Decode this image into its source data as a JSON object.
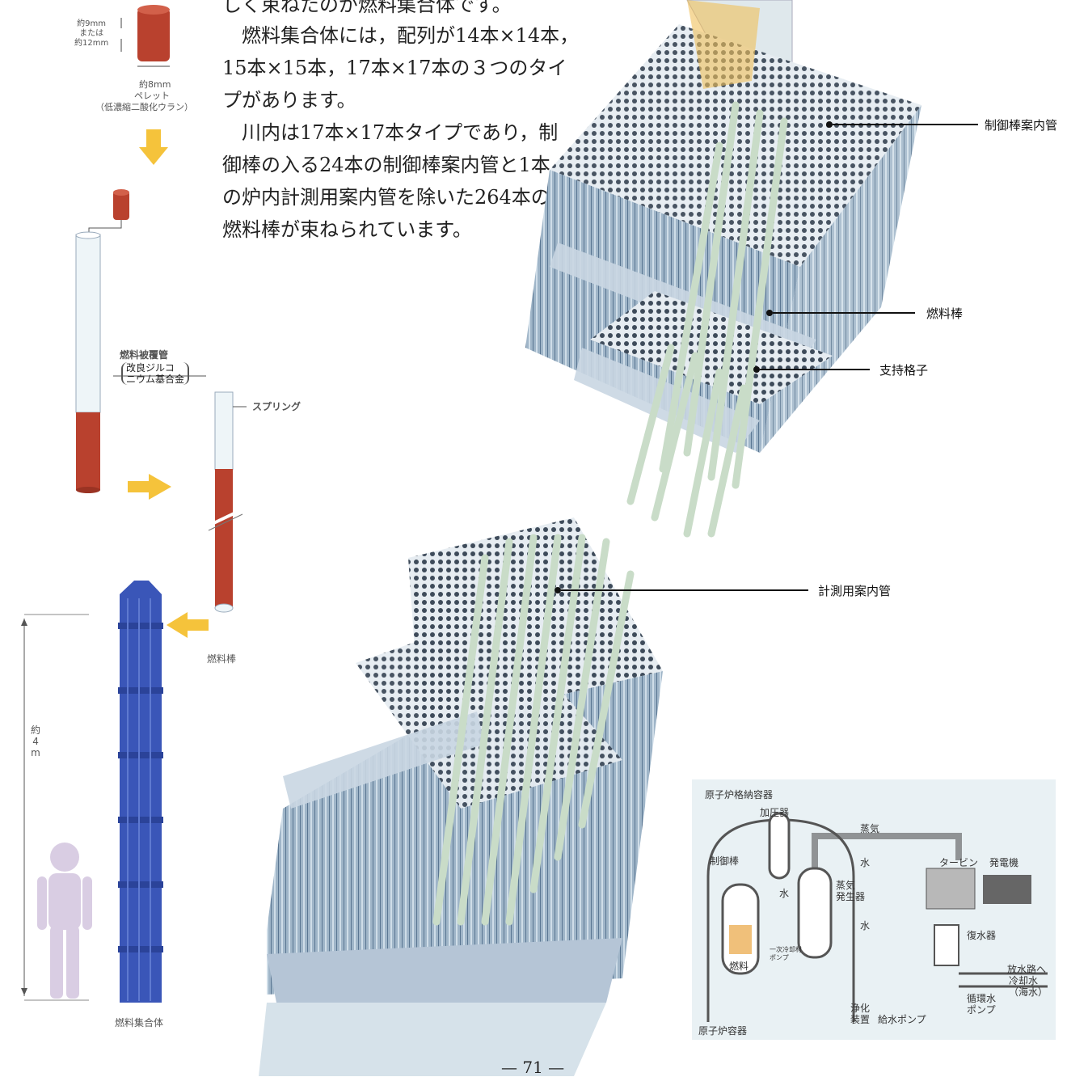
{
  "intro": {
    "line_top": "しく束ねたのが燃料集合体です。",
    "para1": [
      "燃料集合体には，配列が14本×14本，",
      "15本×15本，17本×17本の３つのタイ",
      "プがあります。"
    ],
    "para2": [
      "川内は17本×17本タイプであり，制",
      "御棒の入る24本の制御棒案内管と1本",
      "の炉内計測用案内管を除いた264本の",
      "燃料棒が束ねられています。"
    ]
  },
  "left_diagram": {
    "pellet_height": "約9mm\nまたは\n約12mm",
    "pellet_width": "約8mm",
    "pellet_label": "ペレット",
    "pellet_material": "（低濃縮二酸化ウラン）",
    "cladding_label": "燃料被覆管",
    "cladding_material": "改良ジルコ\nニウム基合金",
    "spring_label": "スプリング",
    "fuel_rod_label": "燃料棒",
    "height_label": "約\n4\nm",
    "assembly_label": "燃料集合体"
  },
  "assembly_callouts": {
    "control_rod_guide": "制御棒案内管",
    "fuel_rod": "燃料棒",
    "support_grid": "支持格子",
    "instrument_guide": "計測用案内管"
  },
  "plant_diagram": {
    "containment": "原子炉格納容器",
    "pressurizer": "加圧器",
    "steam": "蒸気",
    "control_rod": "制御棒",
    "water1": "水",
    "water2": "水",
    "water3": "水",
    "turbine": "タービン",
    "generator": "発電機",
    "steam_generator": "蒸気\n発生器",
    "condenser": "復水器",
    "fuel": "燃料",
    "coolant_pump": "一次冷却材\nポンプ",
    "discharge": "放水路へ",
    "cooling_water": "冷却水\n（海水）",
    "circ_pump": "循環水\nポンプ",
    "purifier": "浄化\n装置",
    "feed_pump": "給水ポンプ",
    "reactor_vessel": "原子炉容器"
  },
  "page_number": "— 71 —",
  "colors": {
    "pellet": "#b9412e",
    "assembly_blue": "#3a56b8",
    "rod_light": "#d9e6ea",
    "person": "#d9cde3",
    "arrow": "#f5c33b"
  }
}
